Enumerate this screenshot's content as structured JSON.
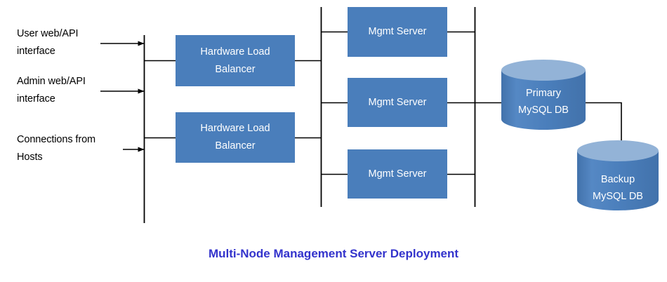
{
  "title": "Multi-Node Management Server Deployment",
  "theme": {
    "box_fill": "#4A7EBB",
    "cylinder_body": "#4A7EBB",
    "cylinder_top": "#93B3D7",
    "box_text": "#FFFFFF",
    "label_text": "#000000",
    "title_text": "#3333CC",
    "line_color": "#000000",
    "background": "#FFFFFF"
  },
  "inputs": [
    {
      "id": "user",
      "label": "User web/API\ninterface"
    },
    {
      "id": "admin",
      "label": "Admin web/API\ninterface"
    },
    {
      "id": "hosts",
      "label": "Connections from\nHosts"
    }
  ],
  "load_balancers": [
    {
      "id": "lb-1",
      "label": "Hardware Load\nBalancer"
    },
    {
      "id": "lb-2",
      "label": "Hardware Load\nBalancer"
    }
  ],
  "mgmt_servers": [
    {
      "id": "mgmt-1",
      "label": "Mgmt Server"
    },
    {
      "id": "mgmt-2",
      "label": "Mgmt Server"
    },
    {
      "id": "mgmt-3",
      "label": "Mgmt Server"
    }
  ],
  "databases": [
    {
      "id": "db-primary",
      "label": "Primary\nMySQL DB"
    },
    {
      "id": "db-backup",
      "label": "Backup\nMySQL DB"
    }
  ]
}
